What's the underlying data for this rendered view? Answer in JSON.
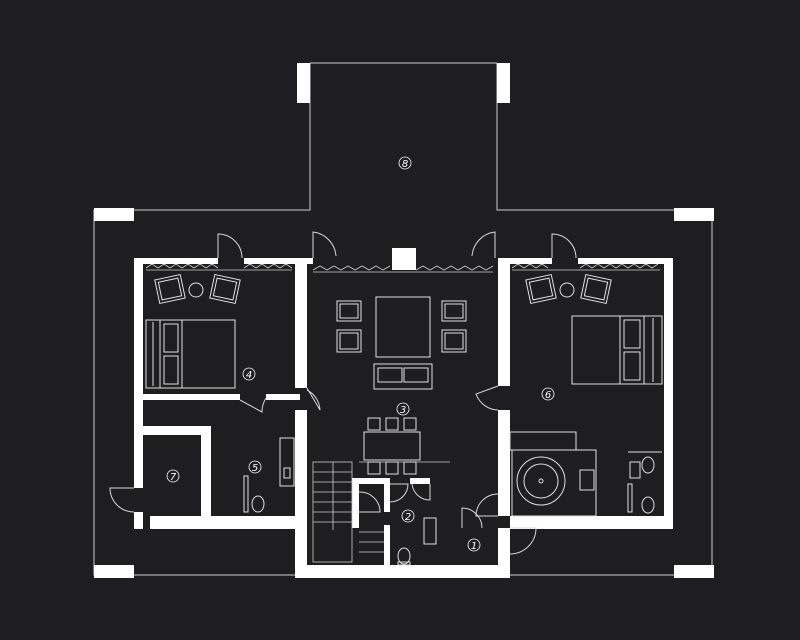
{
  "colors": {
    "background": "#1e1e20",
    "wall": "#ffffff",
    "line": "#d8d8d8",
    "label": "#ffffff"
  },
  "rooms": [
    {
      "id": "1",
      "label": "1"
    },
    {
      "id": "2",
      "label": "2"
    },
    {
      "id": "3",
      "label": "3"
    },
    {
      "id": "4",
      "label": "4"
    },
    {
      "id": "5",
      "label": "5"
    },
    {
      "id": "6",
      "label": "6"
    },
    {
      "id": "7",
      "label": "7"
    },
    {
      "id": "8",
      "label": "8"
    }
  ]
}
